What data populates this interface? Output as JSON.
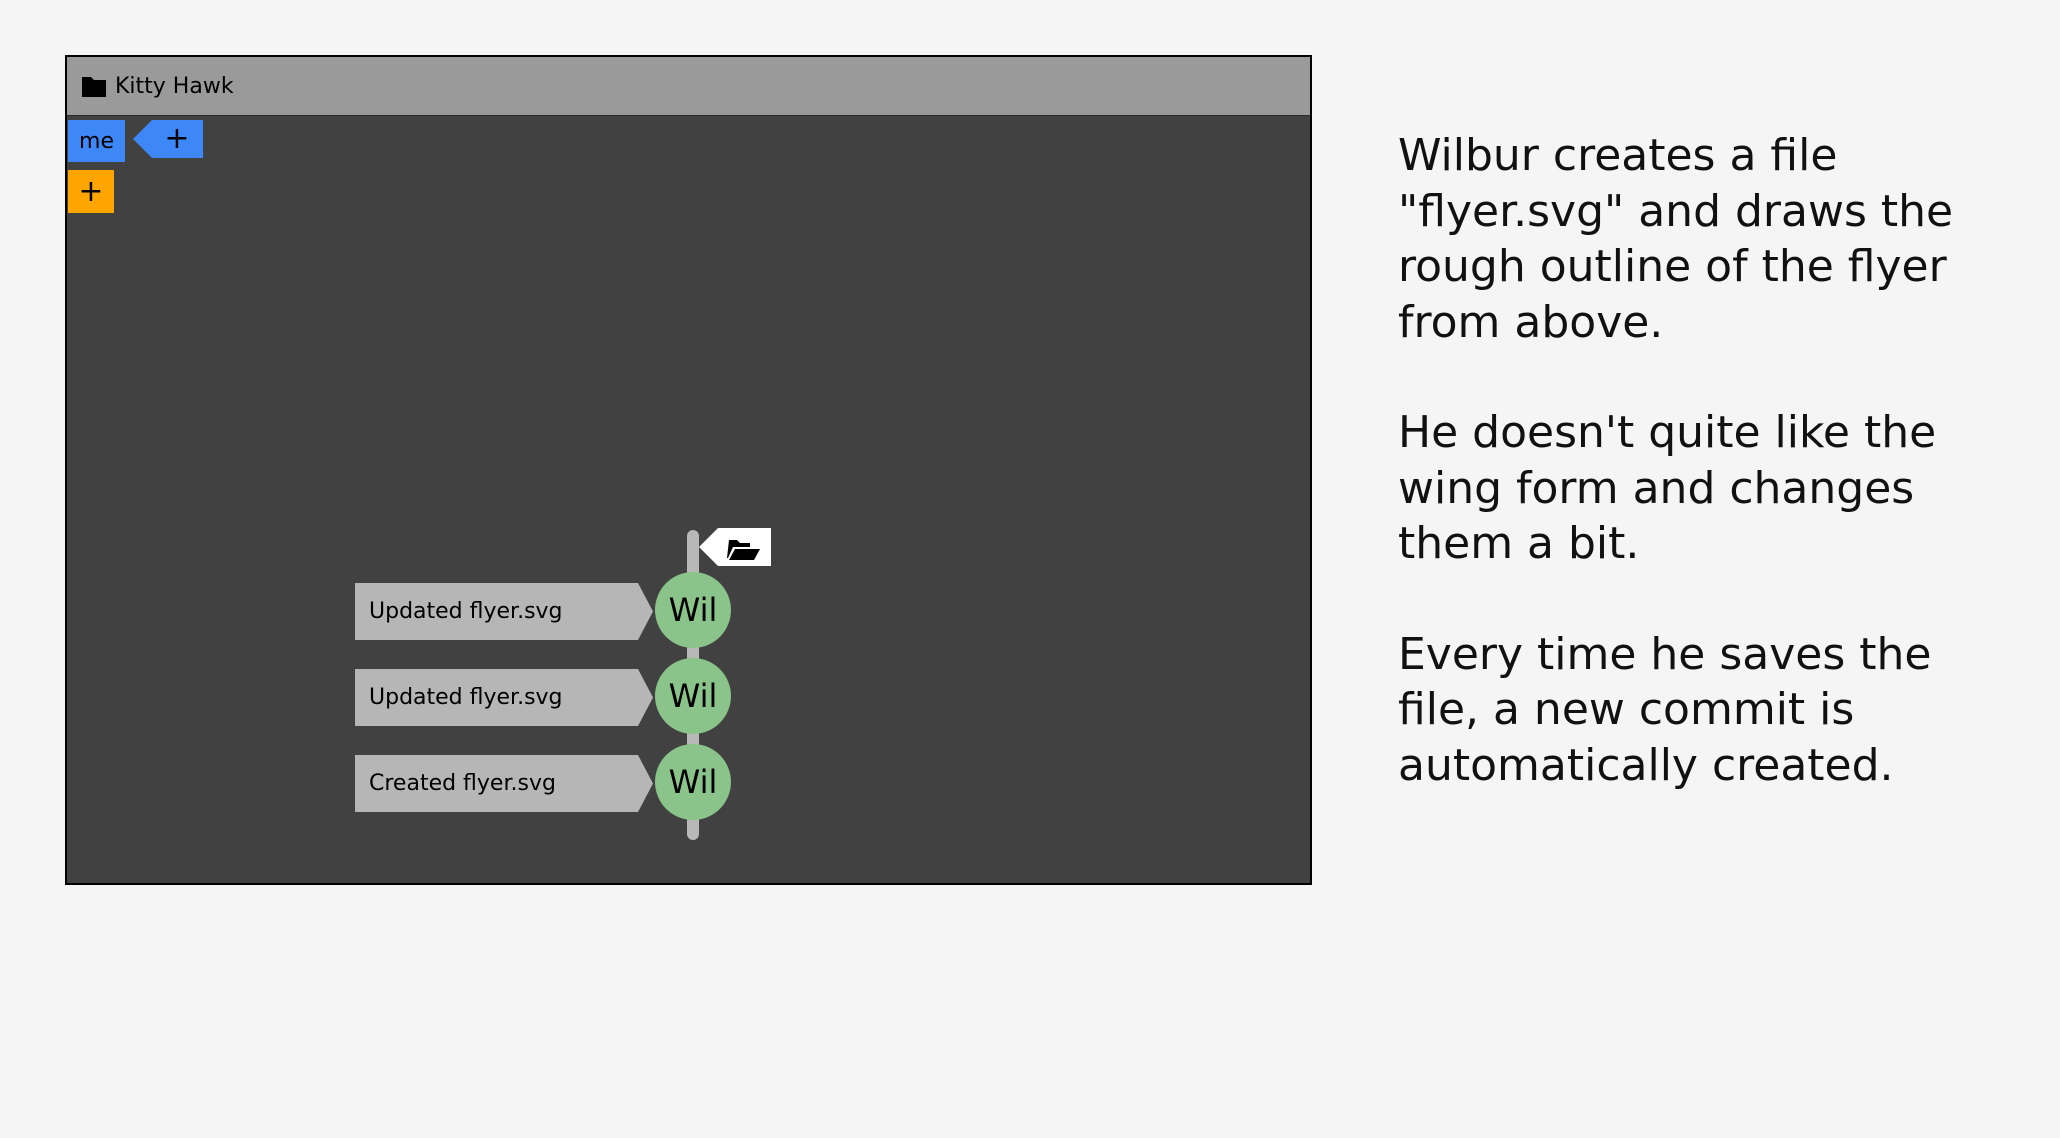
{
  "window": {
    "title": "Kitty Hawk"
  },
  "branch": {
    "name": "me"
  },
  "buttons": {
    "add_branch_label": "+",
    "add_label": "+"
  },
  "commits": [
    {
      "message": "Updated flyer.svg",
      "author": "Wil"
    },
    {
      "message": "Updated flyer.svg",
      "author": "Wil"
    },
    {
      "message": "Created flyer.svg",
      "author": "Wil"
    }
  ],
  "description": {
    "paragraphs": [
      "Wilbur creates a file \"flyer.svg\" and draws the rough outline of the flyer from above.",
      "He doesn't quite like the wing form and changes them a bit.",
      "Every time he saves the file, a new commit is automatically created."
    ]
  },
  "colors": {
    "branch": "#3e87f7",
    "add_button": "#ffa500",
    "commit_node": "#8bc48a",
    "commit_label": "#b6b6b6",
    "canvas": "#414141",
    "title_bar": "#9a9a9a"
  },
  "icons": {
    "title": "folder-icon",
    "flag": "open-folder-icon"
  }
}
